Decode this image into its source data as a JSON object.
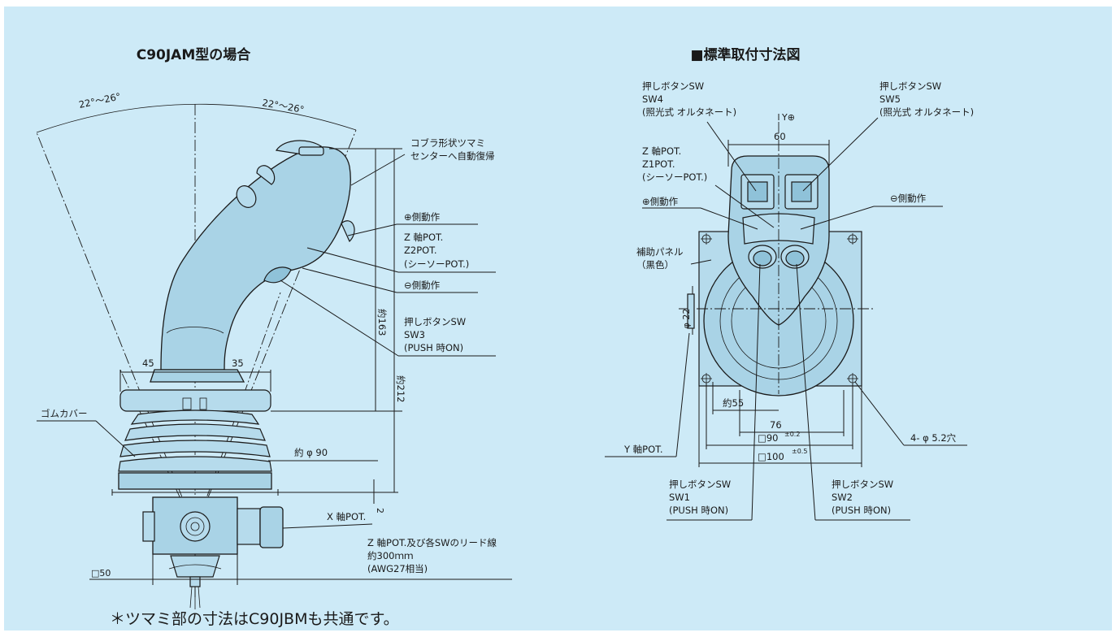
{
  "left": {
    "title": "C90JAM型の場合",
    "angle_left": "22°～26°",
    "angle_right": "22°～26°",
    "callouts": {
      "knob": [
        "コブラ形状ツマミ",
        "センターへ自動復帰"
      ],
      "plus_side": "⊕側動作",
      "zpot": [
        "Z 軸POT.",
        "Z2POT.",
        "(シーソーPOT.)"
      ],
      "minus_side": "⊖側動作",
      "sw3": [
        "押しボタンSW",
        "SW3",
        "(PUSH 時ON)"
      ],
      "rubber_cover": "ゴムカバー",
      "xpot": "X 軸POT.",
      "lead": [
        "Z 軸POT.及び各SWのリード線",
        "約300ｍｍ",
        "(AWG27相当)"
      ]
    },
    "dims": {
      "d45": "45",
      "d35": "35",
      "h163": "約163",
      "h212": "約212",
      "dia90": "約 φ 90",
      "d2": "2",
      "sq50": "□50"
    }
  },
  "right": {
    "title": "■標準取付寸法図",
    "callouts": {
      "sw4": [
        "押しボタンSW",
        "SW4",
        "(照光式 オルタネート)"
      ],
      "sw5": [
        "押しボタンSW",
        "SW5",
        "(照光式 オルタネート)"
      ],
      "y_plus": "Y⊕",
      "zpot": [
        "Z 軸POT.",
        "Z1POT.",
        "(シーソーPOT.)"
      ],
      "plus_side": "⊕側動作",
      "minus_side": "⊖側動作",
      "panel": [
        "補助パネル",
        "（黒色）"
      ],
      "dia22": "φ 22",
      "ypot": "Y 軸POT.",
      "hole": "4- φ 5.2穴",
      "sw1": [
        "押しボタンSW",
        "SW1",
        "(PUSH 時ON)"
      ],
      "sw2": [
        "押しボタンSW",
        "SW2",
        "(PUSH 時ON)"
      ]
    },
    "dims": {
      "d60": "60",
      "d55": "約55",
      "d76": "76",
      "d90": "□90",
      "d90_tol": "±0.2",
      "d100": "□100",
      "d100_tol": "±0.5"
    }
  },
  "footnote": "＊ツマミ部の寸法はC90JBMも共通です。"
}
